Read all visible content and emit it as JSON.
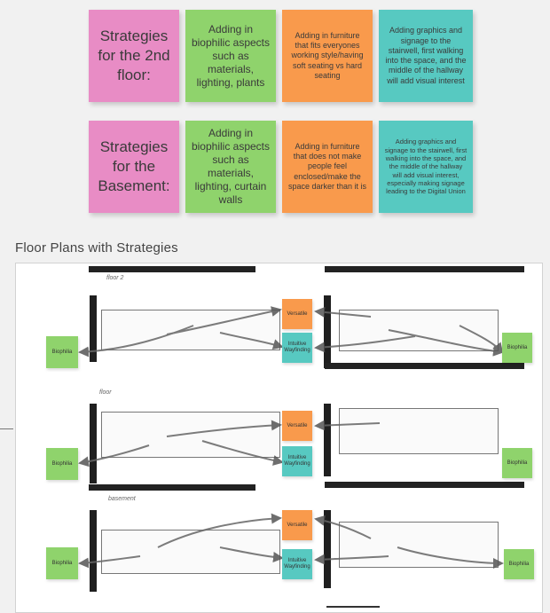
{
  "notes_row1": {
    "label": "Strategies for the 2nd floor:",
    "materials": "Adding in biophilic aspects such as materials, lighting, plants",
    "furniture": "Adding in furniture that fits everyones working style/having soft seating vs hard seating",
    "graphics": "Adding graphics and signage to the stairwell, first walking into the space, and the middle of the hallway will add visual interest"
  },
  "notes_row2": {
    "label": "Strategies for the Basement:",
    "materials": "Adding in biophilic aspects such as materials, lighting, curtain walls",
    "furniture": "Adding in furniture that does not make people feel enclosed/make the space darker than it is",
    "graphics": "Adding graphics and signage to the stairwell, first walking into the space, and the middle of the hallway will add visual interest, especially making signage leading to the Digital Union"
  },
  "section_title": "Floor Plans with Strategies",
  "board": {
    "labels": {
      "biophilia": "Biophilia",
      "versatile": "Versatile",
      "wayfinding": "Intuitive Wayfinding"
    }
  },
  "colors": {
    "pink": "#e88cc5",
    "green": "#8fd36c",
    "orange": "#f99a4c",
    "teal": "#57c9c1"
  }
}
